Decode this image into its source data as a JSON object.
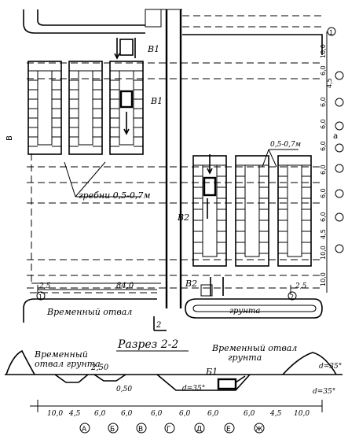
{
  "plan": {
    "label_b1_top": "B1",
    "label_b1_mid": "B1",
    "label_b2_mid": "B2",
    "label_b2_bottom": "B2",
    "crest_note": "гребни 0,5-0,7м",
    "crest_note_right": "0,5-0,7м",
    "dim_left_bottom": "2,5",
    "dim_bottom_total": "84,0",
    "dim_right_bottom": "2,5",
    "axis_left_bottom": "1",
    "axis_right_bottom": "2",
    "axis_top_right": "1",
    "dump_left_label": "Временный отвал",
    "dump_right_label": "грунта",
    "section_mark": "2",
    "left_side_mark": "В",
    "right_side_mark": "а",
    "right_dims": [
      "10,0",
      "6,0",
      "4,5",
      "6,0",
      "6,0",
      "6,0",
      "6,0",
      "6,0",
      "6,0",
      "4,5",
      "10,0",
      "10,0"
    ]
  },
  "section": {
    "title": "Разрез 2-2",
    "left_dump_label_line1": "Временный",
    "left_dump_label_line2": "отвал грунта",
    "right_dump_label_line1": "Временный отвал",
    "right_dump_label_line2": "грунта",
    "level_top": "2,50",
    "level_mid": "0,50",
    "angle_left": "d=35°",
    "angle_right_top": "d=35°",
    "angle_right_bottom": "d=35°",
    "label_b1": "Б1",
    "dims": [
      "10,0",
      "4,5",
      "6,0",
      "6,0",
      "6,0",
      "6,0",
      "6,0",
      "6,0",
      "4,5",
      "10,0"
    ],
    "axes": [
      "А",
      "Б",
      "В",
      "Г",
      "Д",
      "Е",
      "Ж"
    ]
  }
}
